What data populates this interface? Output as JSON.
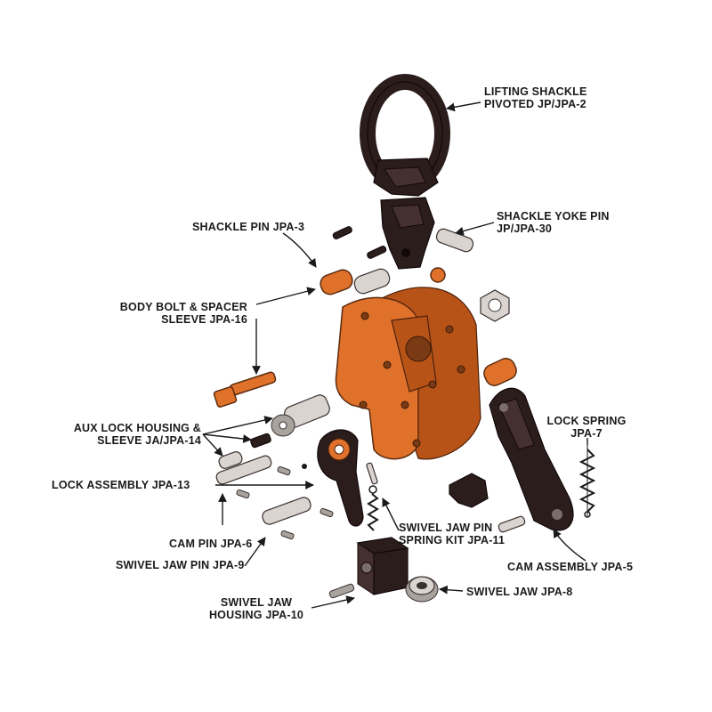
{
  "callouts": {
    "lifting_shackle": "LIFTING SHACKLE\nPIVOTED JP/JPA-2",
    "shackle_yoke_pin": "SHACKLE YOKE PIN\nJP/JPA-30",
    "shackle_pin": "SHACKLE PIN JPA-3",
    "body_bolt": "BODY BOLT & SPACER\nSLEEVE JPA-16",
    "aux_lock": "AUX LOCK HOUSING &\nSLEEVE JA/JPA-14",
    "lock_spring": "LOCK SPRING\nJPA-7",
    "lock_assembly": "LOCK ASSEMBLY JPA-13",
    "cam_pin": "CAM PIN JPA-6",
    "swivel_jaw_pin_spring": "SWIVEL JAW PIN\nSPRING KIT JPA-11",
    "swivel_jaw_pin": "SWIVEL JAW PIN JPA-9",
    "cam_assembly": "CAM ASSEMBLY JPA-5",
    "swivel_jaw_housing": "SWIVEL JAW\nHOUSING JPA-10",
    "swivel_jaw": "SWIVEL JAW JPA-8"
  },
  "colors": {
    "body_orange": "#e0712b",
    "dark_parts": "#2c1d1d",
    "steel_parts": "#d9d4cf"
  }
}
